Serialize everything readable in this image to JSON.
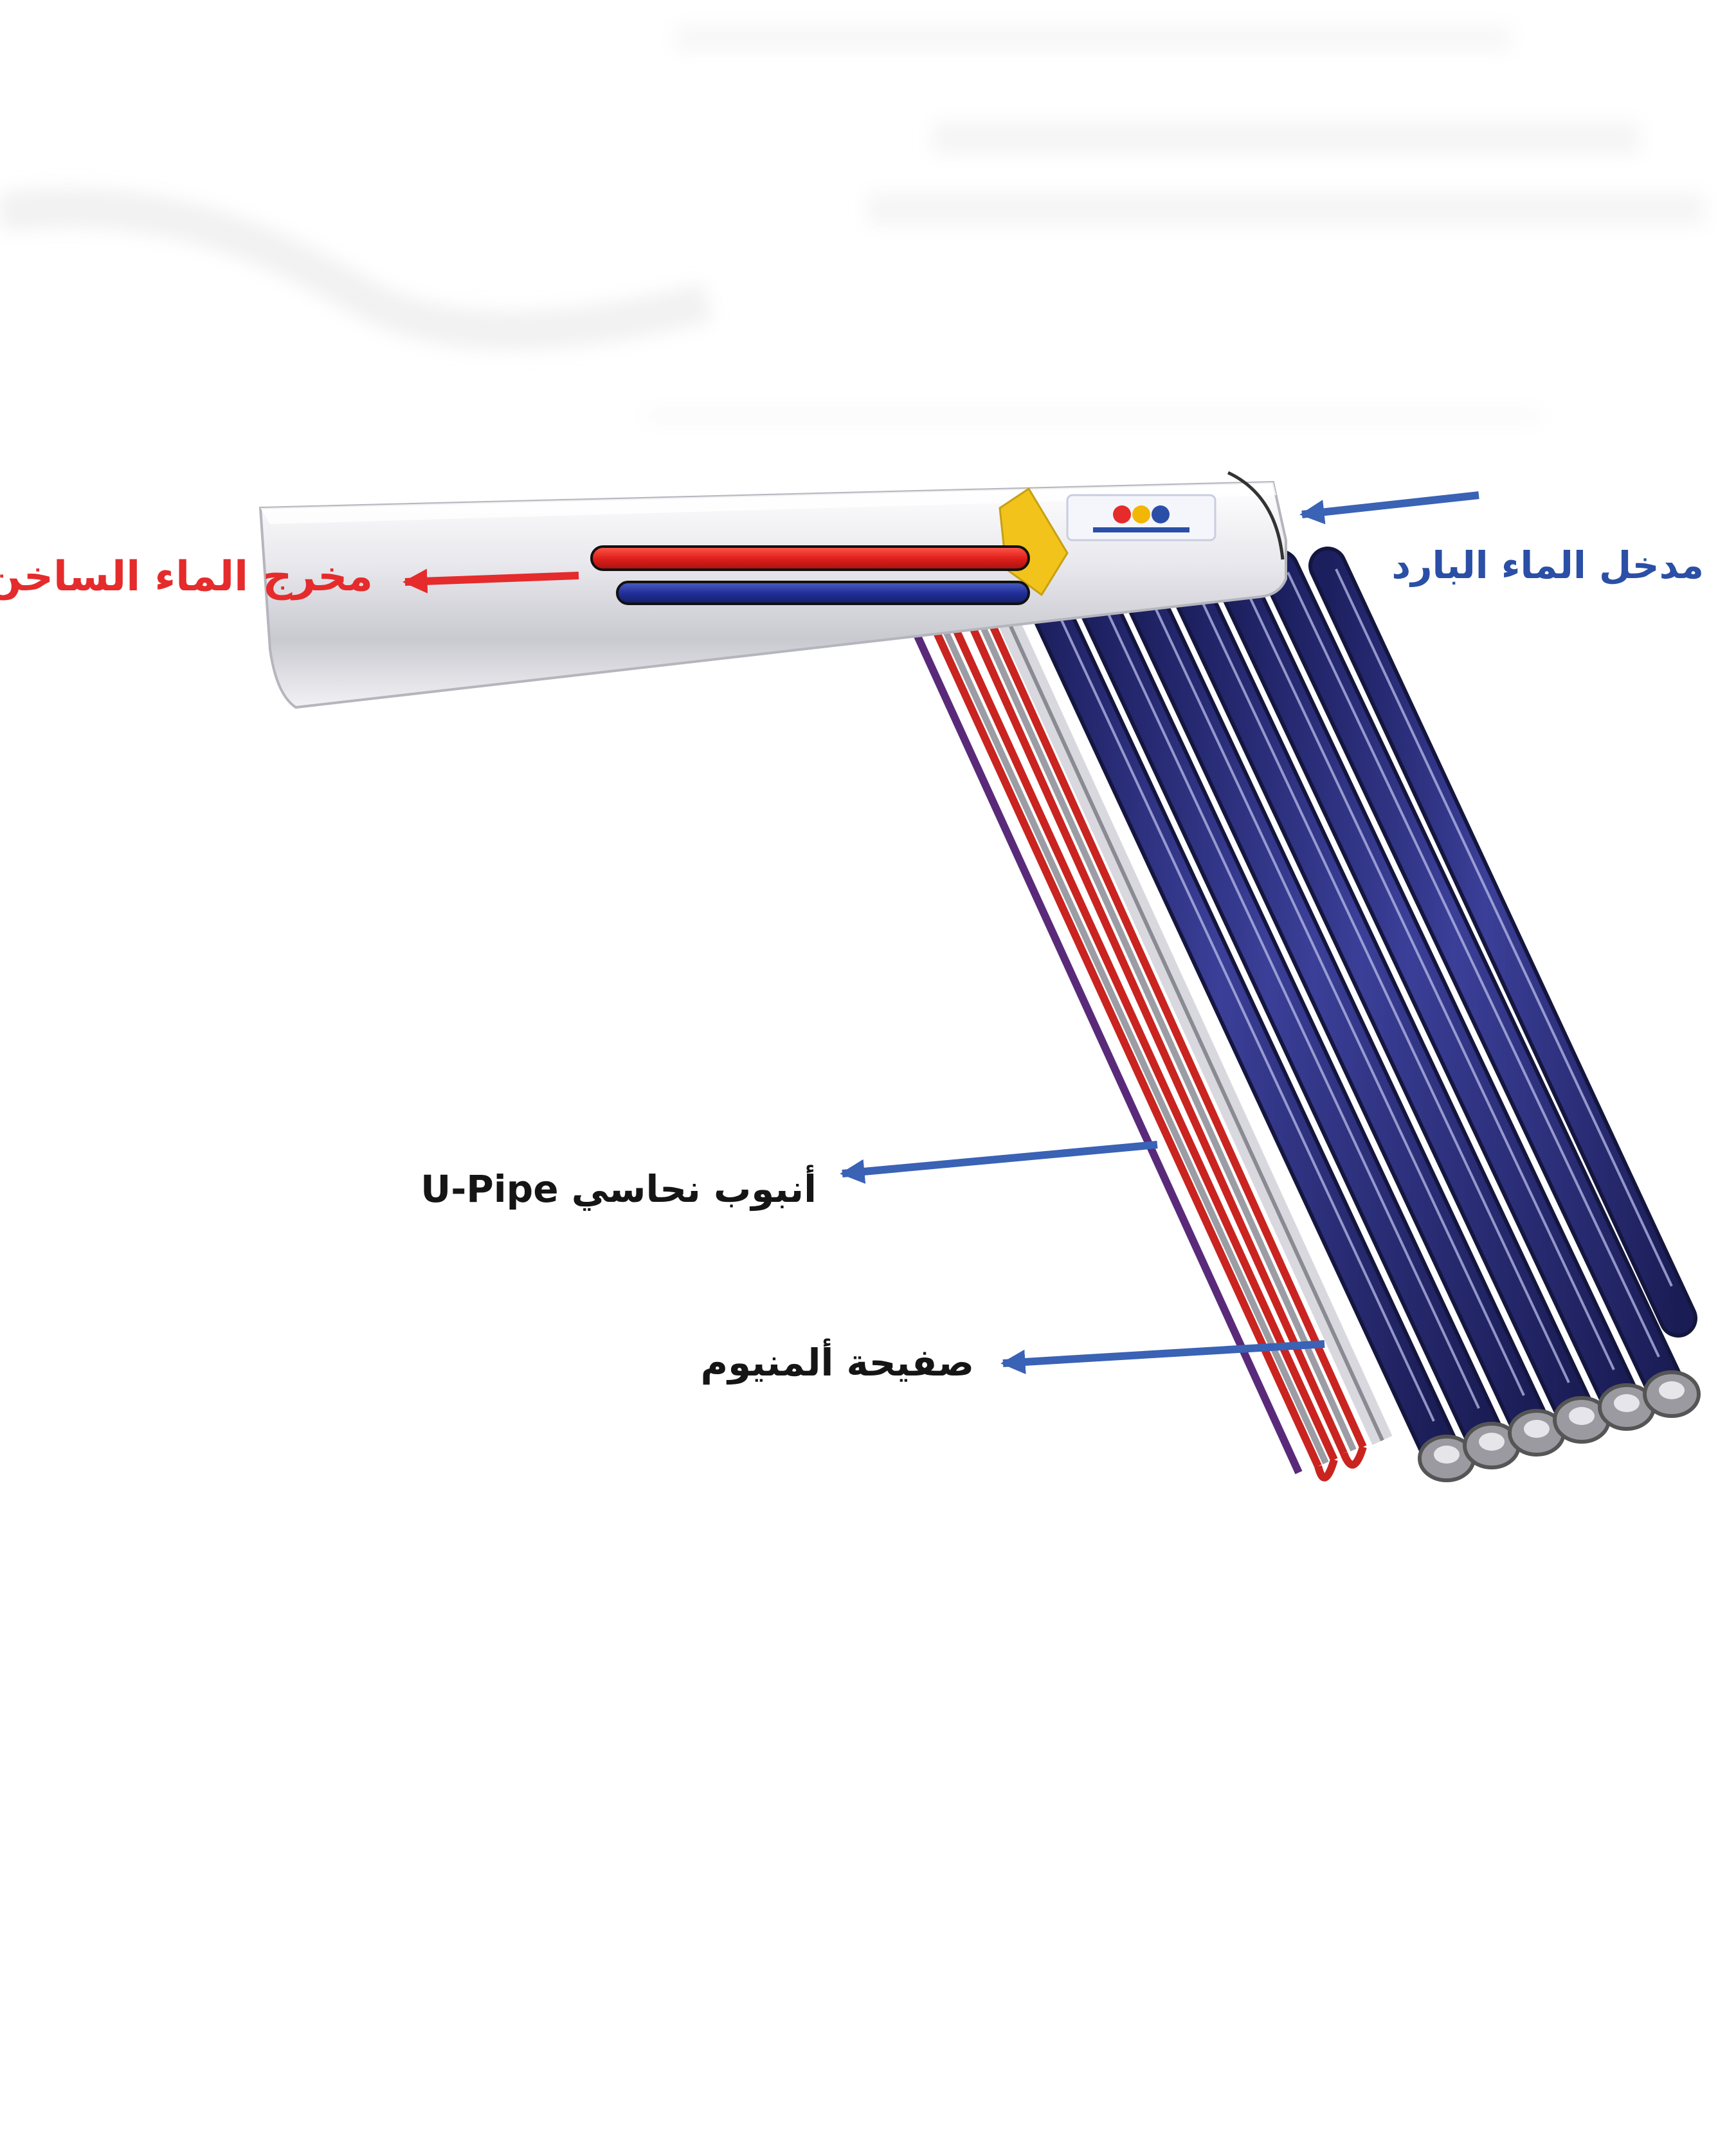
{
  "labels": {
    "hot_water_outlet": "مخرج الماء الساخن",
    "cold_water_inlet": "مدخل الماء البارد",
    "copper_u_pipe": "أنبوب نحاسي U-Pipe",
    "aluminum_plate": "صفيحة ألمنيوم"
  },
  "colors": {
    "hot": "#e52b2b",
    "cold": "#2b4fa6",
    "tube": "#2a2d7c",
    "arrow": "#3a62b5",
    "manifold": "#e8e8ec",
    "label_dark": "#151515"
  },
  "vacuum_tube_count": 7,
  "cutaway_tube_count": 3
}
